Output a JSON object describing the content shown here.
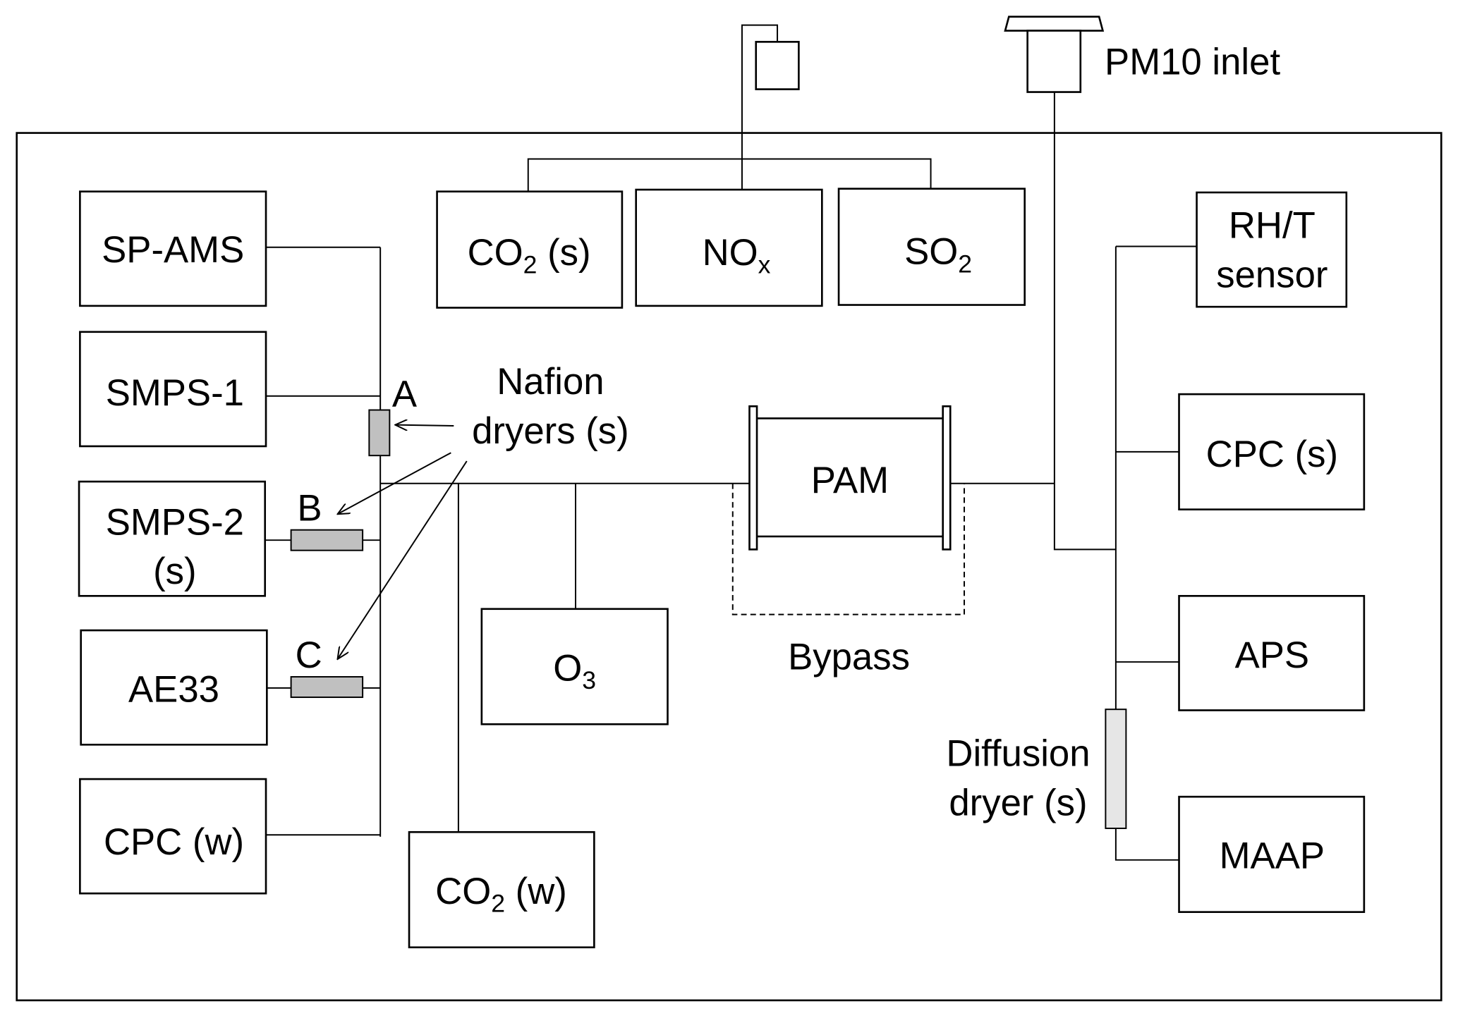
{
  "instruments": {
    "sp_ams": "SP-AMS",
    "smps1": "SMPS-1",
    "smps2_line1": "SMPS-2",
    "smps2_line2": "(s)",
    "ae33": "AE33",
    "cpc_w": "CPC (w)",
    "co2_s": {
      "main": "CO",
      "sub": "2",
      "rest": " (s)"
    },
    "nox": {
      "main": "NO",
      "sub": "x"
    },
    "so2": {
      "main": "SO",
      "sub": "2"
    },
    "o3": {
      "main": "O",
      "sub": "3"
    },
    "co2_w": {
      "main": "CO",
      "sub": "2",
      "rest": " (w)"
    },
    "rht_line1": "RH/T",
    "rht_line2": "sensor",
    "cpc_s": "CPC (s)",
    "aps": "APS",
    "maap": "MAAP",
    "pam": "PAM"
  },
  "labels": {
    "pm10_inlet": "PM10 inlet",
    "nafion_line1": "Nafion",
    "nafion_line2": "dryers (s)",
    "dryer_a": "A",
    "dryer_b": "B",
    "dryer_c": "C",
    "bypass": "Bypass",
    "diffusion_line1": "Diffusion",
    "diffusion_line2": "dryer (s)"
  },
  "colors": {
    "dryer_fill": "#c0c0c0",
    "diffusion_dryer_fill": "#e6e6e6"
  }
}
